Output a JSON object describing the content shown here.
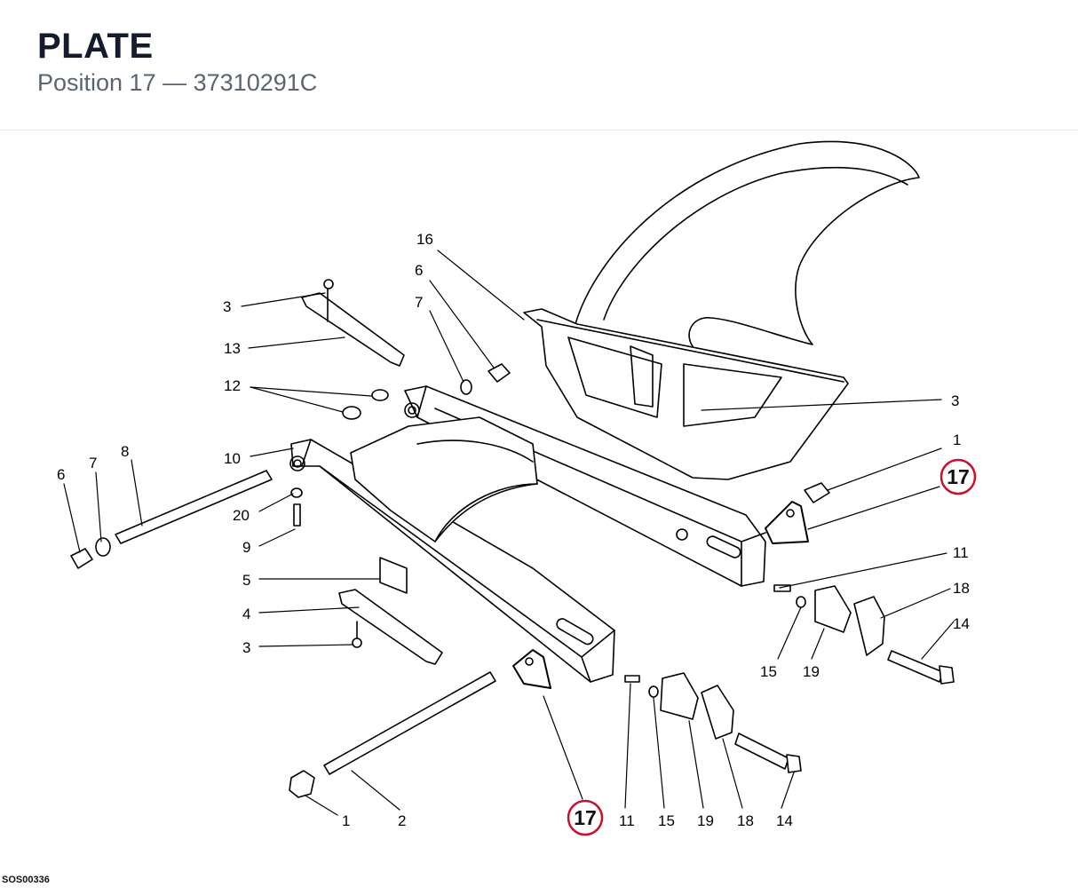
{
  "header": {
    "title": "PLATE",
    "position_label": "Position 17",
    "separator": "—",
    "part_number": "37310291C"
  },
  "diagram": {
    "highlight_color": "#c8102e",
    "highlighted_callout": "17",
    "callouts": {
      "c3a": "3",
      "c13": "13",
      "c12": "12",
      "c10": "10",
      "c16": "16",
      "c6a": "6",
      "c7a": "7",
      "c3b": "3",
      "c1a": "1",
      "c17a": "17",
      "c6b": "6",
      "c7b": "7",
      "c8": "8",
      "c20": "20",
      "c9": "9",
      "c5": "5",
      "c4": "4",
      "c3c": "3",
      "c11a": "11",
      "c18a": "18",
      "c14a": "14",
      "c15a": "15",
      "c19a": "19",
      "c1b": "1",
      "c2": "2",
      "c17b": "17",
      "c11b": "11",
      "c15b": "15",
      "c19b": "19",
      "c18b": "18",
      "c14b": "14"
    }
  },
  "footer": {
    "drawing_code": "SOS00336"
  }
}
